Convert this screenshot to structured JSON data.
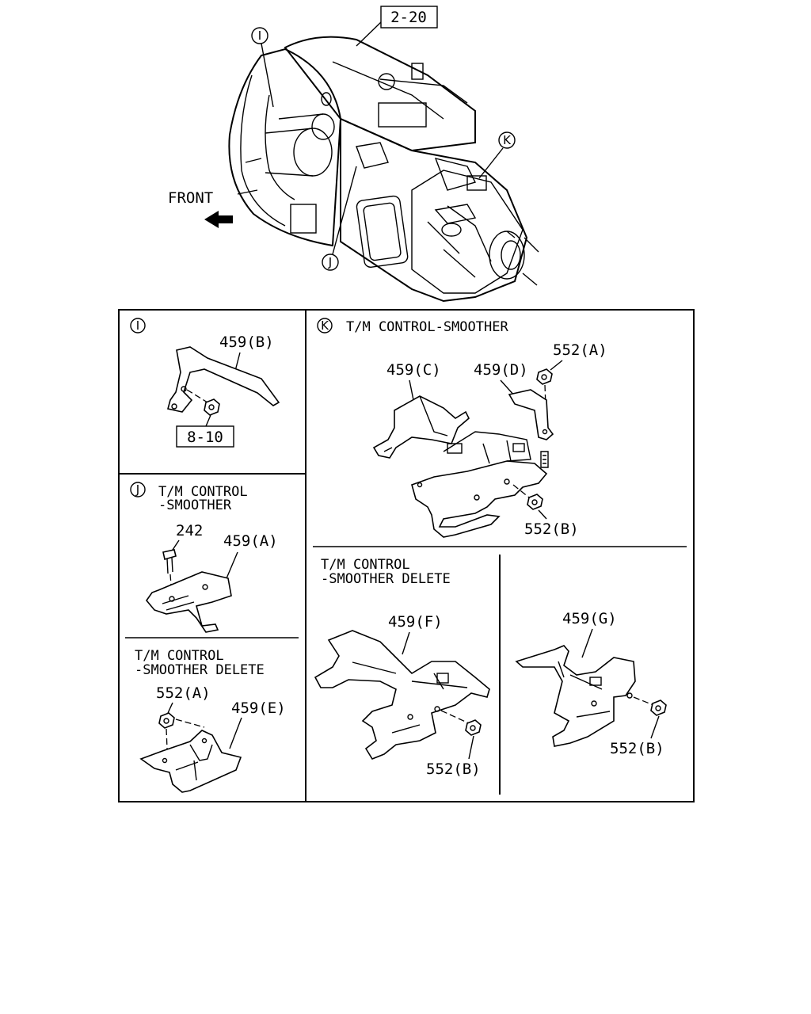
{
  "overview": {
    "ref_box": "2-20",
    "front_label": "FRONT",
    "callouts": {
      "I": "I",
      "J": "J",
      "K": "K"
    }
  },
  "panel_I": {
    "marker": "I",
    "part_459B": "459(B)",
    "ref_box": "8-10"
  },
  "panel_J": {
    "marker": "J",
    "title_line1": "T/M CONTROL",
    "title_line2": "-SMOOTHER",
    "part_242": "242",
    "part_459A": "459(A)",
    "delete_line1": "T/M CONTROL",
    "delete_line2": "-SMOOTHER DELETE",
    "part_552A": "552(A)",
    "part_459E": "459(E)"
  },
  "panel_K": {
    "marker": "K",
    "title": "T/M CONTROL-SMOOTHER",
    "part_552A": "552(A)",
    "part_459C": "459(C)",
    "part_459D": "459(D)",
    "part_552B": "552(B)",
    "delete_line1": "T/M CONTROL",
    "delete_line2": "-SMOOTHER DELETE",
    "part_459F": "459(F)",
    "part_552B_2": "552(B)",
    "part_459G": "459(G)",
    "part_552B_3": "552(B)"
  }
}
